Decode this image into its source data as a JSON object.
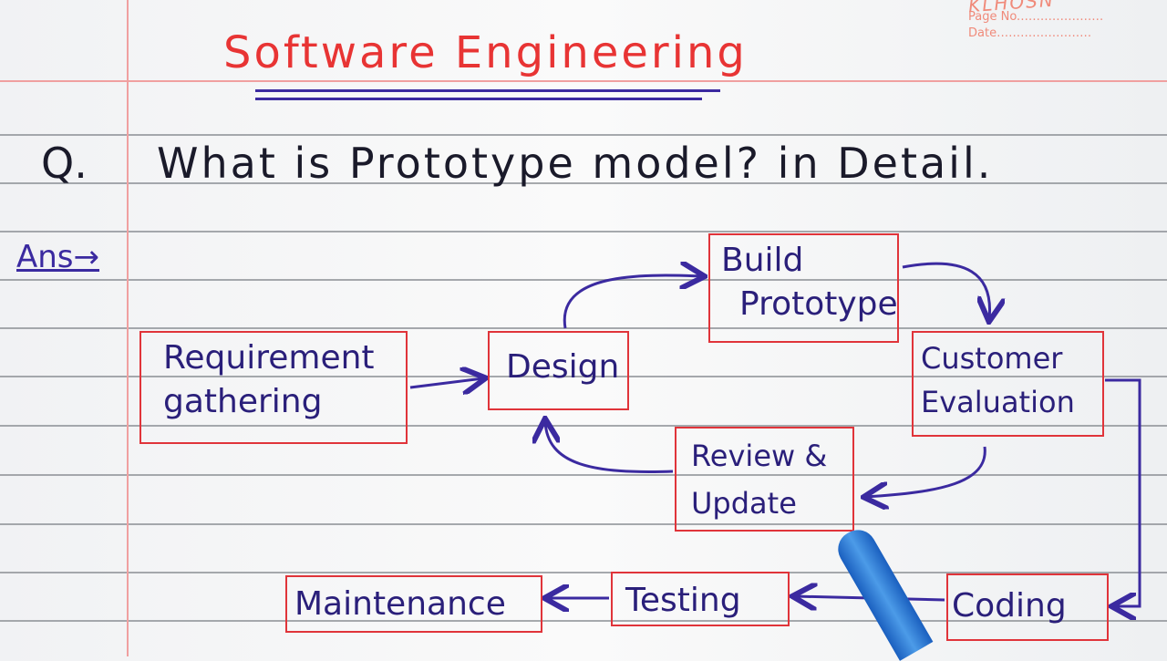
{
  "header": {
    "brand": "KLHOSN",
    "page_no_label": "Page No.",
    "date_label": "Date"
  },
  "title": "Software Engineering",
  "question": {
    "marker": "Q.",
    "text": "What is Prototype model? in Detail."
  },
  "answer_label": "Ans→",
  "diagram": {
    "nodes": {
      "requirement": [
        "Requirement",
        "gathering"
      ],
      "design": [
        "Design"
      ],
      "build": [
        "Build",
        "Prototype"
      ],
      "evaluation": [
        "Customer",
        "Evaluation"
      ],
      "review": [
        "Review &",
        "Update"
      ],
      "coding": [
        "Coding"
      ],
      "testing": [
        "Testing"
      ],
      "maintenance": [
        "Maintenance"
      ]
    },
    "edges": [
      [
        "Requirement gathering",
        "Design"
      ],
      [
        "Design",
        "Build Prototype"
      ],
      [
        "Build Prototype",
        "Customer Evaluation"
      ],
      [
        "Customer Evaluation",
        "Review & Update"
      ],
      [
        "Review & Update",
        "Design"
      ],
      [
        "Customer Evaluation",
        "Coding"
      ],
      [
        "Coding",
        "Testing"
      ],
      [
        "Testing",
        "Maintenance"
      ]
    ],
    "colors": {
      "box": "#e0343a",
      "ink": "#2a1f7a",
      "title": "#e83434"
    }
  }
}
